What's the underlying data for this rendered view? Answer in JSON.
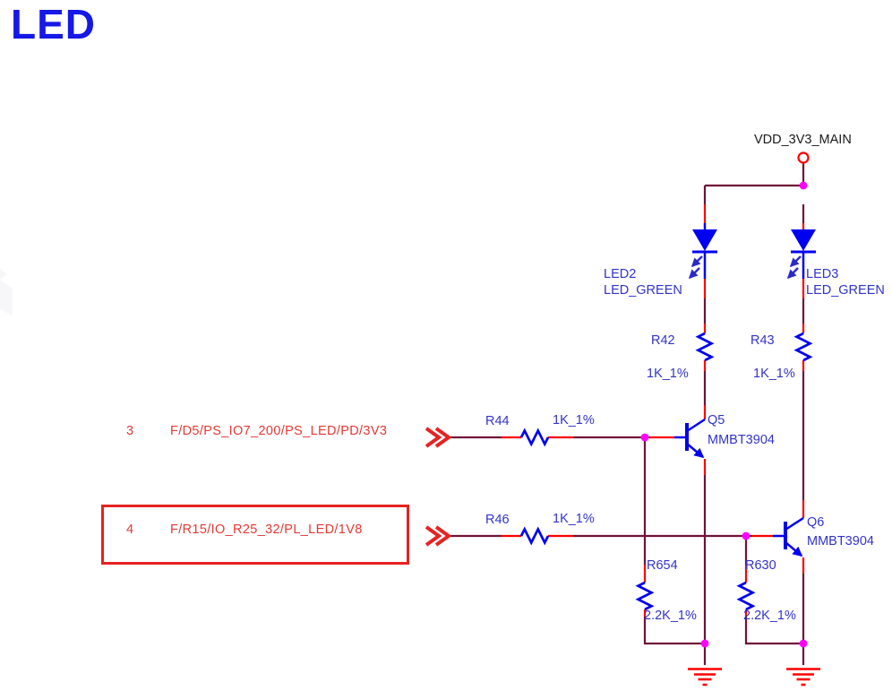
{
  "title": "LED",
  "power": {
    "net": "VDD_3V3_MAIN"
  },
  "ports": [
    {
      "pin": "3",
      "net": "F/D5/PS_IO7_200/PS_LED/PD/3V3",
      "highlighted": false
    },
    {
      "pin": "4",
      "net": "F/R15/IO_R25_32/PL_LED/1V8",
      "highlighted": true
    }
  ],
  "leds": [
    {
      "ref": "LED2",
      "value": "LED_GREEN"
    },
    {
      "ref": "LED3",
      "value": "LED_GREEN"
    }
  ],
  "resistors": [
    {
      "ref": "R42",
      "value": "1K_1%"
    },
    {
      "ref": "R43",
      "value": "1K_1%"
    },
    {
      "ref": "R44",
      "value": "1K_1%"
    },
    {
      "ref": "R46",
      "value": "1K_1%"
    },
    {
      "ref": "R654",
      "value": "2.2K_1%"
    },
    {
      "ref": "R630",
      "value": "2.2K_1%"
    }
  ],
  "transistors": [
    {
      "ref": "Q5",
      "part": "MMBT3904"
    },
    {
      "ref": "Q6",
      "part": "MMBT3904"
    }
  ],
  "colors": {
    "wire": "#701238",
    "pin_stub": "#ff0000",
    "symbol": "#0000f0",
    "junction": "#ff00ff",
    "label_text": "#3233cb",
    "net_text": "#e53935",
    "highlight_box": "#e62222",
    "title_text": "#1518e6",
    "ground": "#ff0000"
  }
}
